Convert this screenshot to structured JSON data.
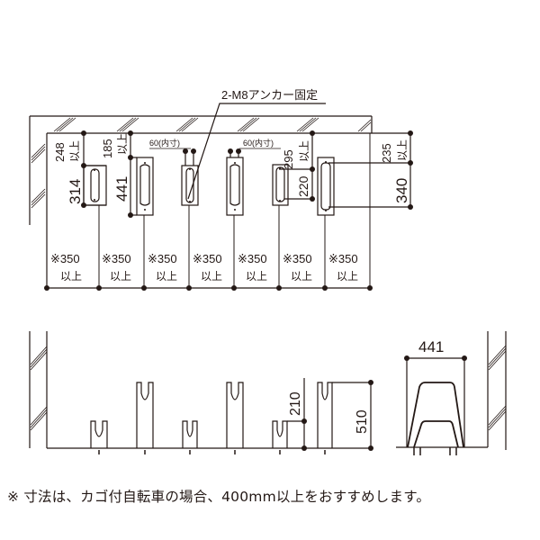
{
  "plan_view": {
    "anchor_label": "2-M8アンカー固定",
    "inner_gap_label_1": "60(内寸)",
    "inner_gap_label_2": "60(内寸)",
    "dim_248": "248",
    "dim_248_suffix": "以上",
    "dim_314": "314",
    "dim_185": "185",
    "dim_185_suffix": "以上",
    "dim_441": "441",
    "dim_295": "295",
    "dim_295_suffix": "以上",
    "dim_220": "220",
    "dim_235": "235",
    "dim_235_suffix": "以上",
    "dim_340": "340",
    "pitch_labels": [
      {
        "value": "※350",
        "suffix": "以上"
      },
      {
        "value": "※350",
        "suffix": "以上"
      },
      {
        "value": "※350",
        "suffix": "以上"
      },
      {
        "value": "※350",
        "suffix": "以上"
      },
      {
        "value": "※350",
        "suffix": "以上"
      },
      {
        "value": "※350",
        "suffix": "以上"
      },
      {
        "value": "※350",
        "suffix": "以上"
      }
    ]
  },
  "front_view": {
    "dim_210": "210",
    "dim_510": "510"
  },
  "side_view": {
    "dim_441": "441"
  },
  "footnote": "※ 寸法は、カゴ付自転車の場合、400mm以上をおすすめします。"
}
